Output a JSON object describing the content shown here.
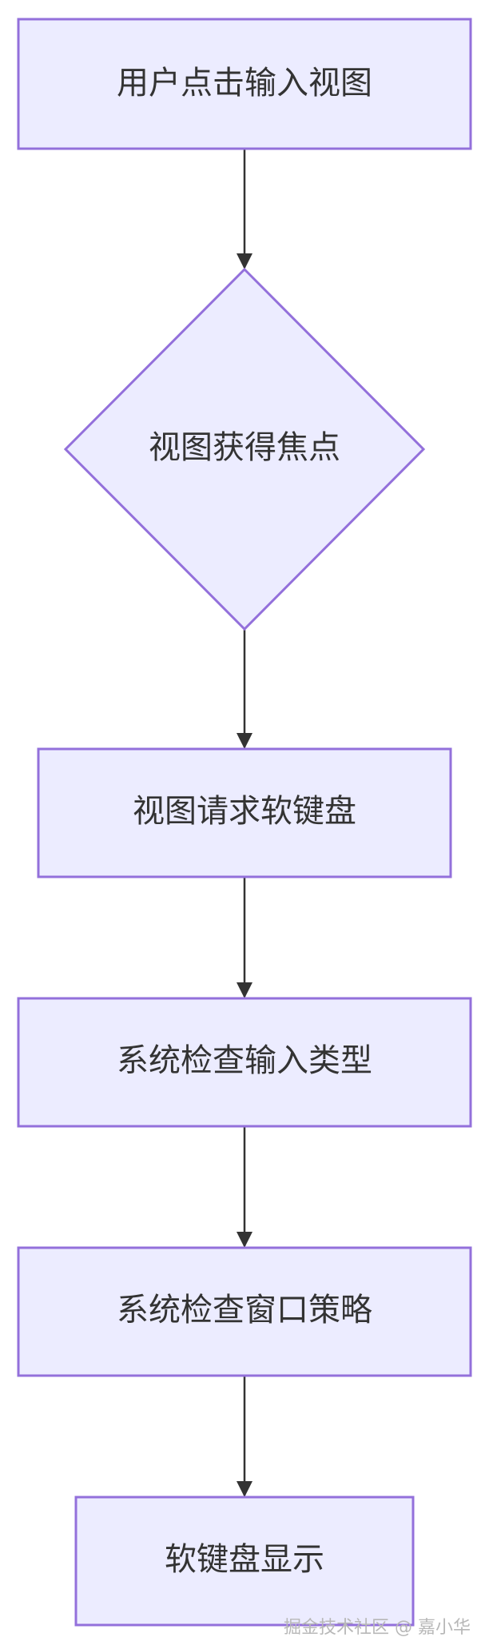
{
  "flowchart": {
    "nodes": [
      {
        "id": "n1",
        "shape": "rect",
        "label": "用户点击输入视图"
      },
      {
        "id": "n2",
        "shape": "diamond",
        "label": "视图获得焦点"
      },
      {
        "id": "n3",
        "shape": "rect",
        "label": "视图请求软键盘"
      },
      {
        "id": "n4",
        "shape": "rect",
        "label": "系统检查输入类型"
      },
      {
        "id": "n5",
        "shape": "rect",
        "label": "系统检查窗口策略"
      },
      {
        "id": "n6",
        "shape": "rect",
        "label": "软键盘显示"
      }
    ],
    "edges": [
      {
        "from": "n1",
        "to": "n2"
      },
      {
        "from": "n2",
        "to": "n3"
      },
      {
        "from": "n3",
        "to": "n4"
      },
      {
        "from": "n4",
        "to": "n5"
      },
      {
        "from": "n5",
        "to": "n6"
      }
    ]
  },
  "colors": {
    "node_fill": "#ececff",
    "node_stroke": "#9370db",
    "edge": "#333333",
    "text": "#333333",
    "watermark": "#b8b8b8"
  },
  "watermark": "掘金技术社区 @ 嘉小华"
}
